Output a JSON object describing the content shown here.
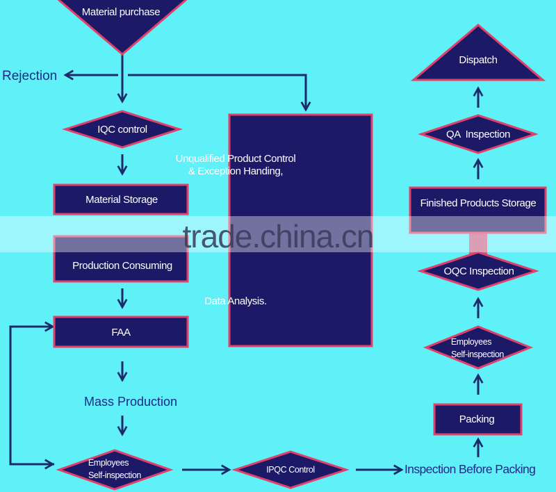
{
  "nodes": {
    "material_purchase": "Material purchase",
    "rejection": "Rejection",
    "iqc_control": "IQC control",
    "material_storage": "Material Storage",
    "production_consuming": "Production Consuming",
    "faa": "FAA",
    "mass_production": "Mass Production",
    "employees_self_inspection_left": [
      "Employees",
      "Self-inspection"
    ],
    "ipqc_control": "IPQC Control",
    "inspection_before_packing": "Inspection Before Packing",
    "unqualified_control": [
      "Unqualified Product Control",
      "& Exception Handing,"
    ],
    "data_analysis": "Data Analysis.",
    "packing": "Packing",
    "employees_self_inspection_right": [
      "Employees",
      "Self-inspection"
    ],
    "oqc_inspection": "OQC Inspection",
    "finished_products_storage": "Finished Products Storage",
    "qa_inspection": "QA  Inspection",
    "dispatch": "Dispatch"
  },
  "watermark": "trade.china.cn",
  "colors": {
    "background": "#5ff0f8",
    "node_fill": "#1c1a66",
    "node_border": "#e0406a",
    "arrow": "#1c2a6a"
  }
}
